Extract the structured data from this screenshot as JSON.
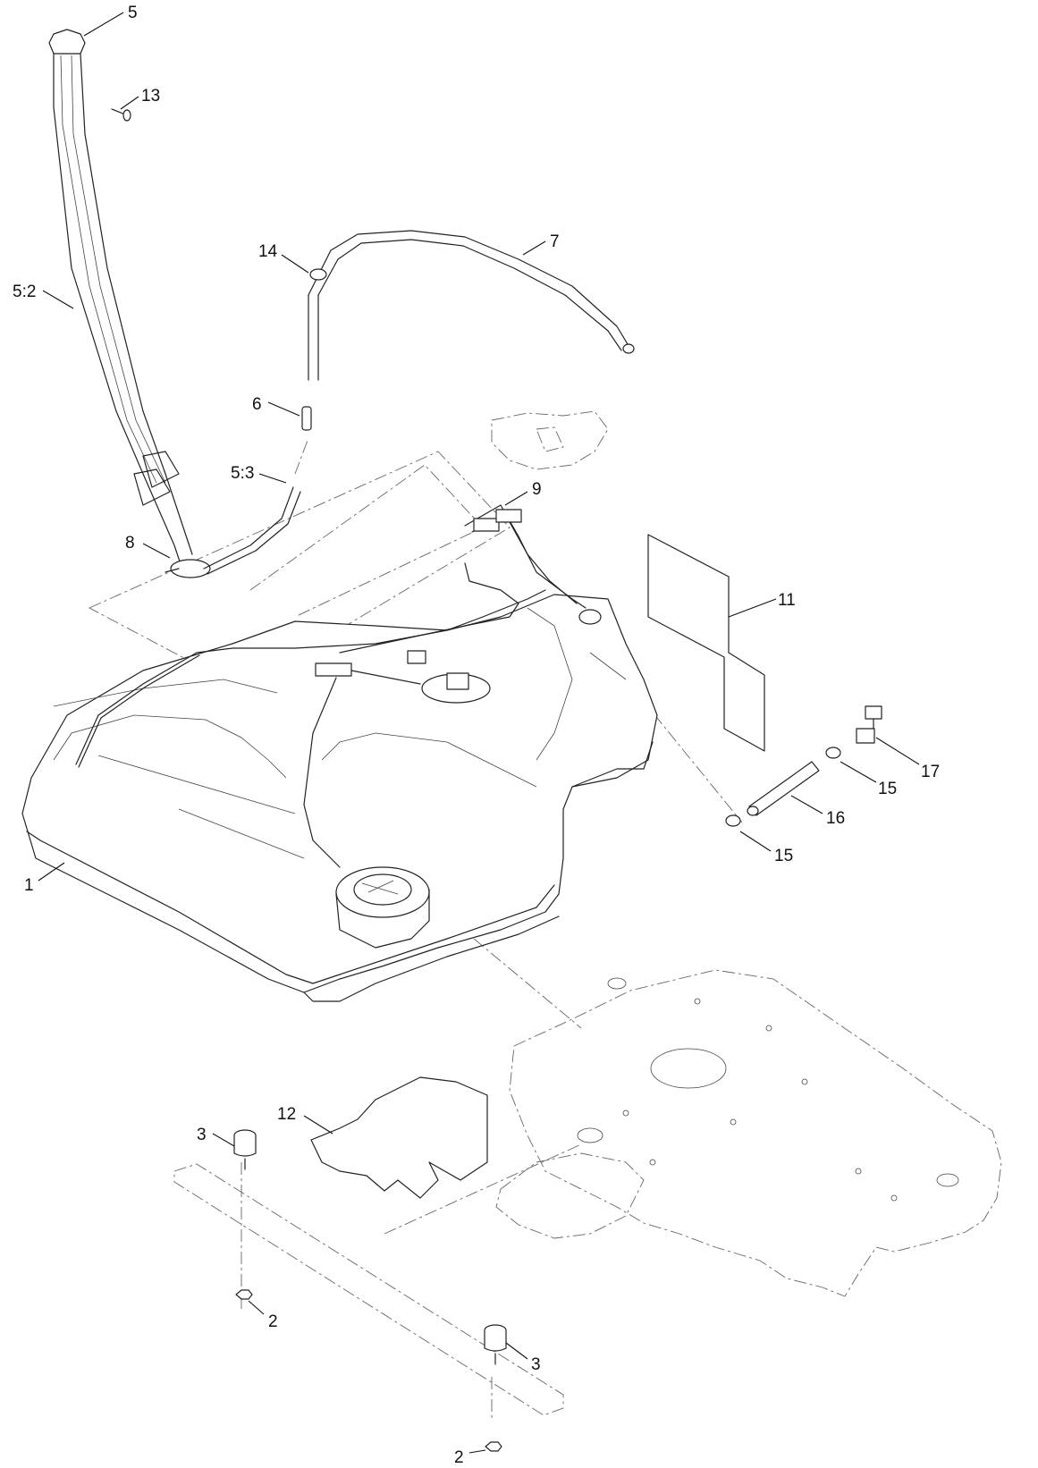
{
  "callouts": {
    "c1": "1",
    "c2a": "2",
    "c2b": "2",
    "c3a": "3",
    "c3b": "3",
    "c5": "5",
    "c5_2": "5:2",
    "c5_3": "5:3",
    "c6": "6",
    "c7": "7",
    "c8": "8",
    "c9": "9",
    "c11": "11",
    "c12": "12",
    "c13": "13",
    "c14": "14",
    "c15a": "15",
    "c15b": "15",
    "c16": "16",
    "c17": "17"
  }
}
